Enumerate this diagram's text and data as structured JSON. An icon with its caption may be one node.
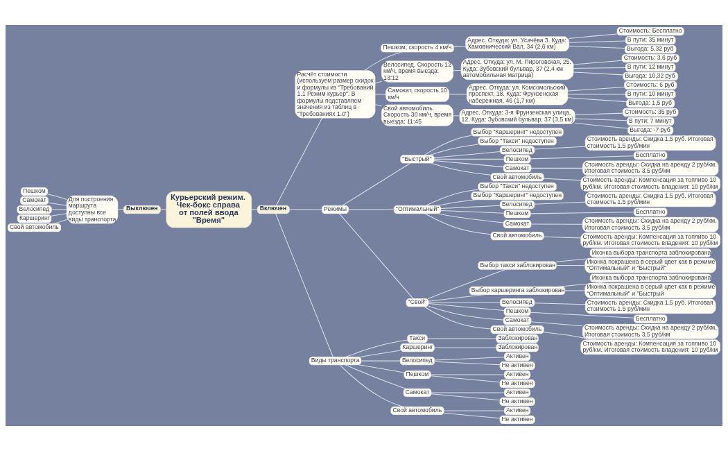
{
  "diagram": {
    "nodes": [
      {
        "text": [
          "Курьерский режим. Чек-бокс справа от полей ввода \"Время\""
        ]
      },
      {
        "text": [
          "Включен"
        ]
      },
      {
        "text": [
          "Расчёт стоимости (используем размер скидок и формулы из \"Требований 1.1 Режим курьер\". В формулы подставляем значения из таблиц в \"Требованиях 1.0\")"
        ]
      },
      {
        "text": [
          "Пешком, скорость 4 км/ч"
        ]
      },
      {
        "text": [
          "Адрес. Откуда: ул. Усачёва 3. Куда: Хамовнический Вал, 34 (2,6 км)"
        ]
      },
      {
        "text": [
          "Стоимость: Бесплатно"
        ]
      },
      {
        "text": [
          "В пути: 35 минут"
        ]
      },
      {
        "text": [
          "Выгода: 5,32 руб"
        ]
      },
      {
        "text": [
          "Велосипед. Скорость 12 км/ч, время выезда: 13:12"
        ]
      },
      {
        "text": [
          "Адрес. Откуда: ул. М. Пироговская, 25. Куда: Зубовский бульвар, 37 (2,4 км автомобильная матрица)"
        ]
      },
      {
        "text": [
          "Стоимость: 3,6 руб"
        ]
      },
      {
        "text": [
          "В пути: 12 минут"
        ]
      },
      {
        "text": [
          "Выгода: 10,32 руб"
        ]
      },
      {
        "text": [
          "Самокат, скорость 10 км/ч"
        ]
      },
      {
        "text": [
          "Адрес. Откуда: ул. Комсомольский проспект, 18. Куда: Фрунзенская набережная, 46 (1,7 км)"
        ]
      },
      {
        "text": [
          "Стоимость: 6 руб"
        ]
      },
      {
        "text": [
          "В пути: 10 минут"
        ]
      },
      {
        "text": [
          "Выгода: 1,5 руб"
        ]
      },
      {
        "text": [
          "Свой автомобиль. Скорость 30 км/ч, время выезда: 11:45"
        ]
      },
      {
        "text": [
          "Адрес. Откуда: 3-я Фрунзенская улица, 12. Куда: Зубовский бульвар, 37 (3,5 км)"
        ]
      },
      {
        "text": [
          "Стоимость: 35 руб"
        ]
      },
      {
        "text": [
          "В пути: 7 минут"
        ]
      },
      {
        "text": [
          "Выгода: -7 руб"
        ]
      },
      {
        "text": [
          "Режимы"
        ]
      },
      {
        "text": [
          "\"Быстрый\""
        ]
      },
      {
        "text": [
          "Выбор \"Каршеринг\" недоступен"
        ]
      },
      {
        "text": [
          "Выбор \"Такси\" недоступен"
        ]
      },
      {
        "text": [
          "Велосипед"
        ]
      },
      {
        "text": [
          "Стоимость аренды: Скидка 1.5 руб. Итоговая стоимость 1.5 руб/мин"
        ]
      },
      {
        "text": [
          "Пешком"
        ]
      },
      {
        "text": [
          "Бесплатно"
        ]
      },
      {
        "text": [
          "Самокат"
        ]
      },
      {
        "text": [
          "Стоимость аренды: Скидка на аренду 2 руб/км. Итоговая стоимость 3.5 руб/км"
        ]
      },
      {
        "text": [
          "Свой автомобиль"
        ]
      },
      {
        "text": [
          "Стоимость аренды: Компенсация за топливо 10 руб/км. Итоговая стоимость владения: 10 руб/км"
        ]
      },
      {
        "text": [
          "\"Оптимальный\""
        ]
      },
      {
        "text": [
          "Выбор \"Такси\" недоступен"
        ]
      },
      {
        "text": [
          "Выбор \"Каршеринг\" недоступен"
        ]
      },
      {
        "text": [
          "Велосипед"
        ]
      },
      {
        "text": [
          "Стоимость аренды: Скидка 1.5 руб. Итоговая стоимость 1.5 руб/мин"
        ]
      },
      {
        "text": [
          "Пешком"
        ]
      },
      {
        "text": [
          "Бесплатно"
        ]
      },
      {
        "text": [
          "Самокат"
        ]
      },
      {
        "text": [
          "Стоимость аренды: Скидка на аренду 2 руб/км. Итоговая стоимость 3.5 руб/км"
        ]
      },
      {
        "text": [
          "Свой автомобиль"
        ]
      },
      {
        "text": [
          "Стоимость аренды: Компенсация за топливо 10 руб/км. Итоговая стоимость владения: 10 руб/км"
        ]
      },
      {
        "text": [
          "\"Свой\""
        ]
      },
      {
        "text": [
          "Выбор такси заблокирован"
        ]
      },
      {
        "text": [
          "Иконка выбора транспорта заблокирована"
        ]
      },
      {
        "text": [
          "Иконка покрашена в серый цвет как в режиме \"Оптимальный\" и \"Быстрый\""
        ]
      },
      {
        "text": [
          "Выбор каршеринга заблокирован"
        ]
      },
      {
        "text": [
          "Иконка выбора транспорта заблокирована"
        ]
      },
      {
        "text": [
          "Иконка покрашена в серый цвет как в режиме \"Оптимальный\" и \"Быстрый"
        ]
      },
      {
        "text": [
          "Велосипед"
        ]
      },
      {
        "text": [
          "Стоимость аренды: Скидка 1.5 руб. Итоговая стоимость 1.5 руб/мин"
        ]
      },
      {
        "text": [
          "Пешком"
        ]
      },
      {
        "text": [
          "Бесплатно"
        ]
      },
      {
        "text": [
          "Самокат"
        ]
      },
      {
        "text": [
          "Стоимость аренды: Скидка на аренду 2 руб/км. Итоговая стоимость 3.5 руб/км"
        ]
      },
      {
        "text": [
          "Свой автомобиль"
        ]
      },
      {
        "text": [
          "Стоимость аренды: Компенсация за топливо 10 руб/км. Итоговая стоимость владения: 10 руб/км"
        ]
      },
      {
        "text": [
          "Виды транспорта"
        ]
      },
      {
        "text": [
          "Такси"
        ]
      },
      {
        "text": [
          "Заблокирован"
        ]
      },
      {
        "text": [
          "Каршеринг"
        ]
      },
      {
        "text": [
          "Заблокирован"
        ]
      },
      {
        "text": [
          "Велосипед"
        ]
      },
      {
        "text": [
          "Активен"
        ]
      },
      {
        "text": [
          "Не активен"
        ]
      },
      {
        "text": [
          "Пешком"
        ]
      },
      {
        "text": [
          "Активен"
        ]
      },
      {
        "text": [
          "Не активен"
        ]
      },
      {
        "text": [
          "Самокат"
        ]
      },
      {
        "text": [
          "Активен"
        ]
      },
      {
        "text": [
          "Не активен"
        ]
      },
      {
        "text": [
          "Свой автомобиль"
        ]
      },
      {
        "text": [
          "Активен"
        ]
      },
      {
        "text": [
          "Не активен"
        ]
      },
      {
        "text": [
          "Выключен"
        ]
      },
      {
        "text": [
          "Для построения маршрута доступны все виды транспорта"
        ]
      },
      {
        "text": [
          "Пешком"
        ]
      },
      {
        "text": [
          "Самокат"
        ]
      },
      {
        "text": [
          "Велосипед"
        ]
      },
      {
        "text": [
          "Каршеринг"
        ]
      },
      {
        "text": [
          "Свой автомобиль"
        ]
      }
    ],
    "edges": [
      {
        "from": 0,
        "to": 1,
        "arrow": "none"
      },
      {
        "from": 1,
        "to": 2,
        "arrow": "none"
      },
      {
        "from": 2,
        "to": 3,
        "arrow": "none"
      },
      {
        "from": 3,
        "to": 4,
        "arrow": "none"
      },
      {
        "from": 4,
        "to": 5,
        "arrow": "none"
      },
      {
        "from": 4,
        "to": 6,
        "arrow": "none"
      },
      {
        "from": 4,
        "to": 7,
        "arrow": "none"
      },
      {
        "from": 2,
        "to": 8,
        "arrow": "none"
      },
      {
        "from": 8,
        "to": 9,
        "arrow": "none"
      },
      {
        "from": 9,
        "to": 10,
        "arrow": "none"
      },
      {
        "from": 9,
        "to": 11,
        "arrow": "none"
      },
      {
        "from": 9,
        "to": 12,
        "arrow": "none"
      },
      {
        "from": 2,
        "to": 13,
        "arrow": "none"
      },
      {
        "from": 13,
        "to": 14,
        "arrow": "none"
      },
      {
        "from": 14,
        "to": 15,
        "arrow": "none"
      },
      {
        "from": 14,
        "to": 16,
        "arrow": "none"
      },
      {
        "from": 14,
        "to": 17,
        "arrow": "none"
      },
      {
        "from": 2,
        "to": 18,
        "arrow": "none"
      },
      {
        "from": 18,
        "to": 19,
        "arrow": "none"
      },
      {
        "from": 19,
        "to": 20,
        "arrow": "none"
      },
      {
        "from": 19,
        "to": 21,
        "arrow": "none"
      },
      {
        "from": 19,
        "to": 22,
        "arrow": "none"
      },
      {
        "from": 1,
        "to": 23,
        "arrow": "none"
      },
      {
        "from": 23,
        "to": 24,
        "arrow": "none"
      },
      {
        "from": 24,
        "to": 25,
        "arrow": "none"
      },
      {
        "from": 24,
        "to": 26,
        "arrow": "none"
      },
      {
        "from": 24,
        "to": 27,
        "arrow": "none"
      },
      {
        "from": 27,
        "to": 28,
        "arrow": "none"
      },
      {
        "from": 24,
        "to": 29,
        "arrow": "none"
      },
      {
        "from": 29,
        "to": 30,
        "arrow": "none"
      },
      {
        "from": 24,
        "to": 31,
        "arrow": "none"
      },
      {
        "from": 31,
        "to": 32,
        "arrow": "none"
      },
      {
        "from": 24,
        "to": 33,
        "arrow": "none"
      },
      {
        "from": 33,
        "to": 34,
        "arrow": "none"
      },
      {
        "from": 23,
        "to": 35,
        "arrow": "none"
      },
      {
        "from": 35,
        "to": 36,
        "arrow": "none"
      },
      {
        "from": 35,
        "to": 37,
        "arrow": "none"
      },
      {
        "from": 35,
        "to": 38,
        "arrow": "none"
      },
      {
        "from": 38,
        "to": 39,
        "arrow": "none"
      },
      {
        "from": 35,
        "to": 40,
        "arrow": "none"
      },
      {
        "from": 40,
        "to": 41,
        "arrow": "none"
      },
      {
        "from": 35,
        "to": 42,
        "arrow": "none"
      },
      {
        "from": 42,
        "to": 43,
        "arrow": "none"
      },
      {
        "from": 35,
        "to": 44,
        "arrow": "none"
      },
      {
        "from": 44,
        "to": 45,
        "arrow": "none"
      },
      {
        "from": 23,
        "to": 46,
        "arrow": "none"
      },
      {
        "from": 46,
        "to": 47,
        "arrow": "none"
      },
      {
        "from": 47,
        "to": 48,
        "arrow": "none"
      },
      {
        "from": 47,
        "to": 49,
        "arrow": "none"
      },
      {
        "from": 46,
        "to": 50,
        "arrow": "none"
      },
      {
        "from": 50,
        "to": 51,
        "arrow": "none"
      },
      {
        "from": 50,
        "to": 52,
        "arrow": "none"
      },
      {
        "from": 46,
        "to": 53,
        "arrow": "none"
      },
      {
        "from": 53,
        "to": 54,
        "arrow": "none"
      },
      {
        "from": 46,
        "to": 55,
        "arrow": "none"
      },
      {
        "from": 55,
        "to": 56,
        "arrow": "none"
      },
      {
        "from": 46,
        "to": 57,
        "arrow": "none"
      },
      {
        "from": 57,
        "to": 58,
        "arrow": "none"
      },
      {
        "from": 46,
        "to": 59,
        "arrow": "none"
      },
      {
        "from": 59,
        "to": 60,
        "arrow": "none"
      },
      {
        "from": 1,
        "to": 61,
        "arrow": "none"
      },
      {
        "from": 61,
        "to": 62,
        "arrow": "none"
      },
      {
        "from": 62,
        "to": 63,
        "arrow": "none"
      },
      {
        "from": 61,
        "to": 64,
        "arrow": "none"
      },
      {
        "from": 64,
        "to": 65,
        "arrow": "none"
      },
      {
        "from": 61,
        "to": 66,
        "arrow": "none"
      },
      {
        "from": 66,
        "to": 67,
        "arrow": "none"
      },
      {
        "from": 66,
        "to": 68,
        "arrow": "none"
      },
      {
        "from": 61,
        "to": 69,
        "arrow": "none"
      },
      {
        "from": 69,
        "to": 70,
        "arrow": "none"
      },
      {
        "from": 69,
        "to": 71,
        "arrow": "none"
      },
      {
        "from": 61,
        "to": 72,
        "arrow": "none"
      },
      {
        "from": 72,
        "to": 73,
        "arrow": "none"
      },
      {
        "from": 72,
        "to": 74,
        "arrow": "none"
      },
      {
        "from": 61,
        "to": 75,
        "arrow": "none"
      },
      {
        "from": 75,
        "to": 76,
        "arrow": "none"
      },
      {
        "from": 75,
        "to": 77,
        "arrow": "none"
      },
      {
        "from": 80,
        "to": 79,
        "arrow": "none"
      },
      {
        "from": 81,
        "to": 79,
        "arrow": "none"
      },
      {
        "from": 82,
        "to": 79,
        "arrow": "none"
      },
      {
        "from": 83,
        "to": 79,
        "arrow": "none"
      },
      {
        "from": 84,
        "to": 79,
        "arrow": "none"
      },
      {
        "from": 79,
        "to": 78,
        "arrow": "none"
      },
      {
        "from": 78,
        "to": 0,
        "arrow": "none"
      }
    ]
  }
}
